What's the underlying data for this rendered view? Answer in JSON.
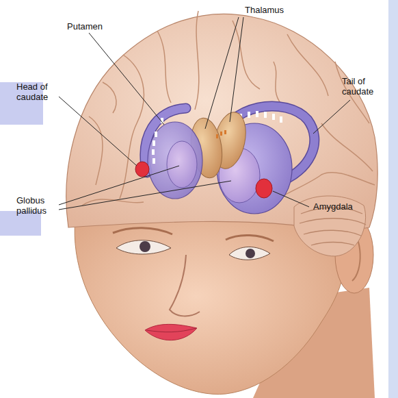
{
  "diagram": {
    "labels": [
      "Thalamus",
      "Putamen",
      "Head of caudate",
      "Tail of caudate",
      "Globus pallidus",
      "Amygdala"
    ]
  }
}
